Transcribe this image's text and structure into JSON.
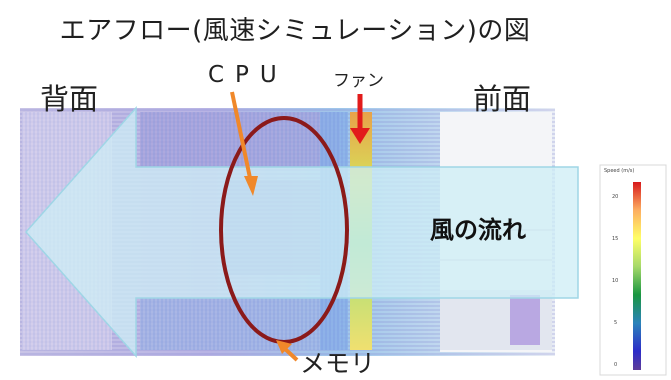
{
  "title": "エアフロー(風速シミュレーション)の図",
  "labels": {
    "back": "背面",
    "front": "前面",
    "cpu": "CPU",
    "fan": "ファン",
    "memory": "メモリ",
    "airflow": "風の流れ"
  },
  "legend": {
    "title": "Speed (m/s)",
    "ticks": [
      "20",
      "15",
      "10",
      "5",
      "0"
    ],
    "colors": [
      "#d7191c",
      "#fdae61",
      "#ffff66",
      "#a6d96a",
      "#1a9641",
      "#2b83ba",
      "#2c2cc8",
      "#5e3c99"
    ]
  },
  "colors": {
    "cpu_arrow": "#f0882a",
    "fan_arrow": "#e21b1b",
    "memory_ellipse": "#8b1a1a",
    "flow_arrow": "#cdeef5"
  }
}
